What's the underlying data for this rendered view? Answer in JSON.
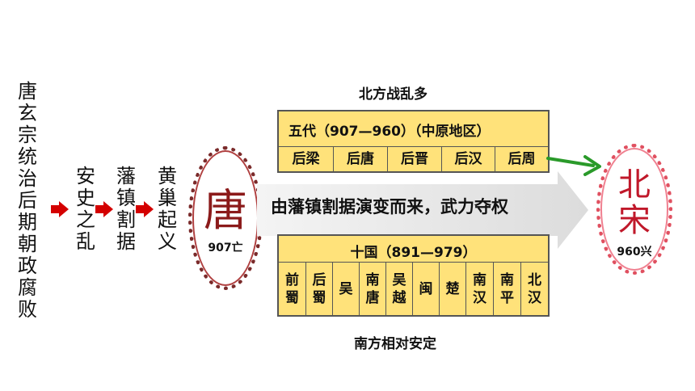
{
  "left_column": "唐玄宗统治后期朝政腐败",
  "causes": [
    "安史之乱",
    "藩镇割据",
    "黄巢起义"
  ],
  "tang": {
    "char": "唐",
    "label": "907亡"
  },
  "song": {
    "char": "北宋",
    "label": "960兴"
  },
  "center_text": "由藩镇割据演变而来，武力夺权",
  "north": {
    "heading": "北方战乱多",
    "title": "五代（907—960）（中原地区）",
    "dynasties": [
      "后梁",
      "后唐",
      "后晋",
      "后汉",
      "后周"
    ]
  },
  "south": {
    "heading": "南方相对安定",
    "title": "十国（891—979）",
    "kingdoms": [
      "前蜀",
      "后蜀",
      "吴",
      "南唐",
      "吴越",
      "闽",
      "楚",
      "南汉",
      "南平",
      "北汉"
    ]
  },
  "colors": {
    "red_arrow": "#d40000",
    "green_arrow": "#2a9a2a",
    "box_fill": "#ffe27a",
    "tang_red": "#8b1a1a",
    "song_red": "#c0182a"
  }
}
